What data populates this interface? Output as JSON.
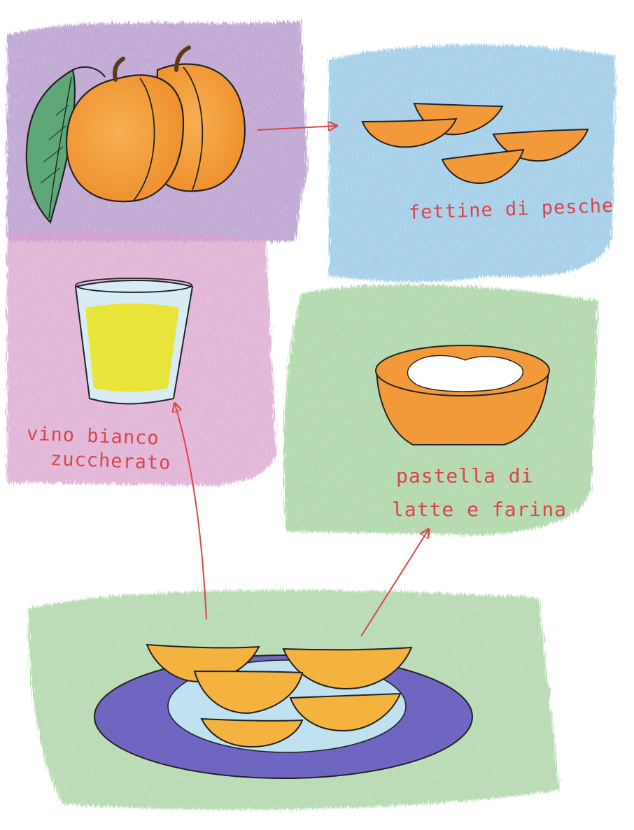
{
  "labels": {
    "peach_slices": "fettine di pesche",
    "wine_line1": "vino bianco",
    "wine_line2": "zuccherato",
    "batter_line1": "pastella di",
    "batter_line2": "latte e farina"
  },
  "colors": {
    "purple_wash": "#a98ac4",
    "blue_wash": "#8fc3e3",
    "pink_wash": "#d79bc9",
    "green_wash": "#9fce98",
    "peach_orange": "#f29a3a",
    "leaf_green": "#5ea878",
    "wine_yellow": "#e9e43a",
    "plate_blue": "#6f66c2",
    "plate_inner": "#bfe1f0",
    "fried_slice": "#f4b23e",
    "arrow_red": "#d9454a",
    "label_red": "#d9454a"
  },
  "icons": [
    "peach-icon",
    "leaf-icon",
    "peach-slice-icon",
    "glass-icon",
    "bowl-icon",
    "plate-icon",
    "arrow-icon"
  ]
}
